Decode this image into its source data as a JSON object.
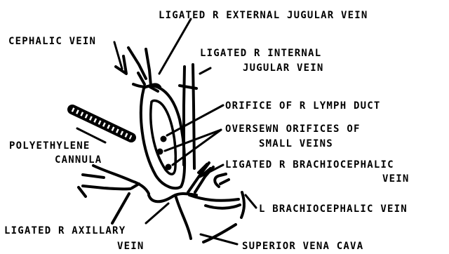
{
  "colors": {
    "ink": "#000000",
    "paper": "#ffffff"
  },
  "labels": {
    "external_jugular": "LIGATED R EXTERNAL JUGULAR VEIN",
    "cephalic": "CEPHALIC VEIN",
    "internal_jugular_1": "LIGATED R INTERNAL",
    "internal_jugular_2": "JUGULAR VEIN",
    "lymph_duct": "ORIFICE OF R LYMPH DUCT",
    "oversewn_1": "OVERSEWN ORIFICES OF",
    "oversewn_2": "SMALL VEINS",
    "cannula_1": "POLYETHYLENE",
    "cannula_2": "CANNULA",
    "brachiocephalic_r_1": "LIGATED R BRACHIOCEPHALIC",
    "brachiocephalic_r_2": "VEIN",
    "brachiocephalic_l": "L BRACHIOCEPHALIC VEIN",
    "axillary_1": "LIGATED R AXILLARY",
    "axillary_2": "VEIN",
    "svc": "SUPERIOR VENA CAVA"
  }
}
